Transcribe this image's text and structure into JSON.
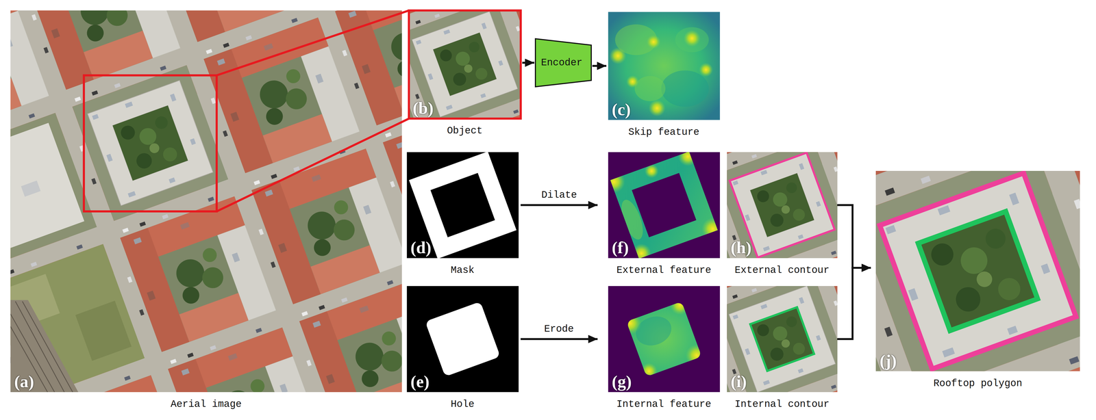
{
  "diagram": {
    "nodes": [
      {
        "text": [
          "(a)",
          "Aerial image"
        ]
      },
      {
        "text": [
          "(b)",
          "Object"
        ]
      },
      {
        "text": [
          "Encoder"
        ]
      },
      {
        "text": [
          "(c)",
          "Skip feature"
        ]
      },
      {
        "text": [
          "(d)",
          "Mask"
        ]
      },
      {
        "text": [
          "(f)",
          "External feature"
        ]
      },
      {
        "text": [
          "(h)",
          "External contour"
        ]
      },
      {
        "text": [
          "(e)",
          "Hole"
        ]
      },
      {
        "text": [
          "(g)",
          "Internal feature"
        ]
      },
      {
        "text": [
          "(i)",
          "Internal contour"
        ]
      },
      {
        "text": [
          "(j)",
          "Rooftop polygon"
        ]
      }
    ],
    "edges": [
      {
        "from": 1,
        "to": 2,
        "arrow": "to"
      },
      {
        "from": 2,
        "to": 3,
        "arrow": "to"
      },
      {
        "from": 4,
        "to": 5,
        "label": "Dilate",
        "arrow": "to"
      },
      {
        "from": 7,
        "to": 8,
        "label": "Erode",
        "arrow": "to"
      },
      {
        "from": 6,
        "to": 10,
        "arrow": "to"
      },
      {
        "from": 9,
        "to": 10,
        "arrow": "to"
      }
    ]
  }
}
